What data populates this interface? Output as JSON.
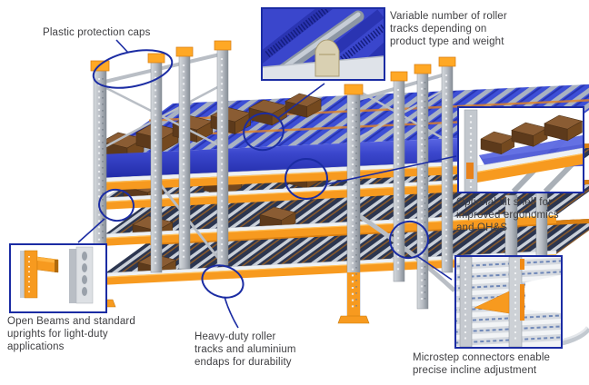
{
  "labels": {
    "plastic_caps": "Plastic protection caps",
    "roller_tracks": "Variable number of roller\ntracks depending on\nproduct type and weight",
    "tilt_shelf": "Optional tilt shelf for\nimproved ergonomics\nand OH&S",
    "open_beams": "Open Beams and standard\nuprights for light-duty\napplications",
    "heavy_duty": "Heavy-duty roller\ntracks and aluminium\nendaps for durability",
    "microstep": "Microstep connectors enable\nprecise incline adjustment"
  },
  "colors": {
    "background": "#ffffff",
    "callout_blue": "#1b2ca3",
    "beam_orange": "#F79A1F",
    "cap_orange": "#FFA825",
    "steel_grey": "#b7bcc3",
    "deck_blue": "#3D4FD6",
    "box_brown": "#8a5c33",
    "label_text": "#3e3e41"
  }
}
